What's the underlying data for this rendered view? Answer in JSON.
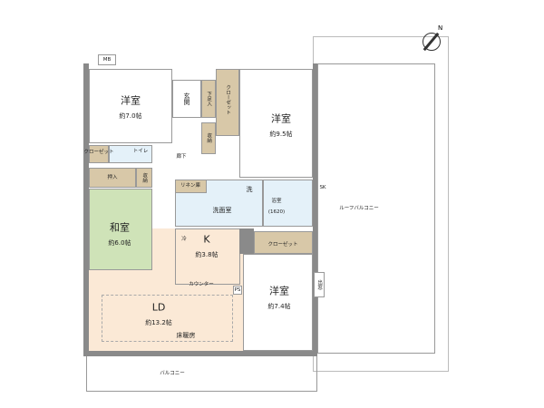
{
  "rooms": {
    "western1": {
      "name": "洋室",
      "size": "約7.0帖"
    },
    "western2": {
      "name": "洋室",
      "size": "約9.5帖"
    },
    "western3": {
      "name": "洋室",
      "size": "約7.4帖"
    },
    "japanese": {
      "name": "和室",
      "size": "約6.0帖"
    },
    "kitchen": {
      "name": "K",
      "size": "約3.8帖"
    },
    "ld": {
      "name": "LD",
      "size": "約13.2帖",
      "note": "床暖房"
    },
    "entrance": "玄関",
    "shoe": "下足入",
    "closet_large": "クローゼット",
    "closet_small": "クローゼット",
    "closet_k": "クローゼット",
    "storage1": "収納",
    "storage2": "収納",
    "oshiire": "押入",
    "toilet": "トイレ",
    "hall": "廊下",
    "linen": "リネン庫",
    "washroom": "洗面室",
    "washer": "洗",
    "bath": "浴室",
    "bath_size": "(1620)",
    "fridge": "冷",
    "counter": "カウンター",
    "ps": "PS",
    "mb": "MB",
    "sk": "SK",
    "bay": "出窓",
    "roof_balcony": "ルーフバルコニー",
    "balcony": "バルコニー",
    "north": "N"
  },
  "colors": {
    "western": "#ffffff",
    "storage": "#d8c8a8",
    "wet": "#e4f1f9",
    "tatami": "#cfe3b8",
    "ldk": "#fbe9d6"
  }
}
